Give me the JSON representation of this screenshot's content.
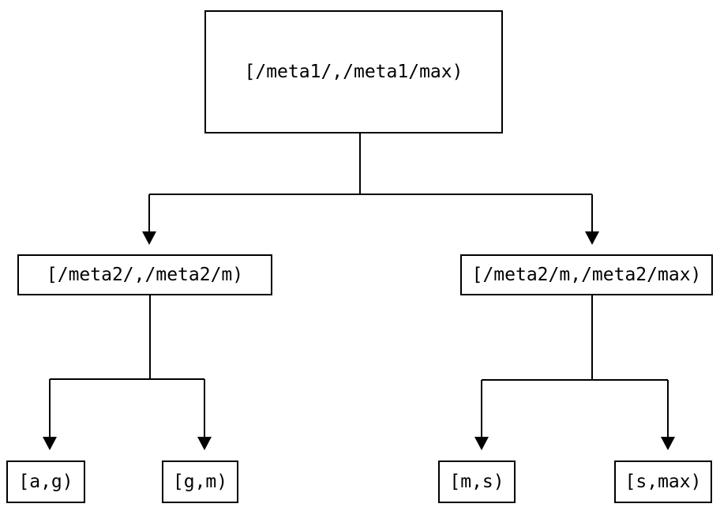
{
  "colors": {
    "background": "#ffffff",
    "line": "#000000",
    "text": "#000000"
  },
  "nodes": [
    {
      "id": "root",
      "label": "[/meta1/,/meta1/max)"
    },
    {
      "id": "meta2-left",
      "label": "[/meta2/,/meta2/m)"
    },
    {
      "id": "meta2-right",
      "label": "[/meta2/m,/meta2/max)"
    },
    {
      "id": "leaf-ag",
      "label": "[a,g)"
    },
    {
      "id": "leaf-gm",
      "label": "[g,m)"
    },
    {
      "id": "leaf-ms",
      "label": "[m,s)"
    },
    {
      "id": "leaf-smax",
      "label": "[s,max)"
    }
  ],
  "edges": [
    {
      "from": "root",
      "to": "meta2-left"
    },
    {
      "from": "root",
      "to": "meta2-right"
    },
    {
      "from": "meta2-left",
      "to": "leaf-ag"
    },
    {
      "from": "meta2-left",
      "to": "leaf-gm"
    },
    {
      "from": "meta2-right",
      "to": "leaf-ms"
    },
    {
      "from": "meta2-right",
      "to": "leaf-smax"
    }
  ]
}
